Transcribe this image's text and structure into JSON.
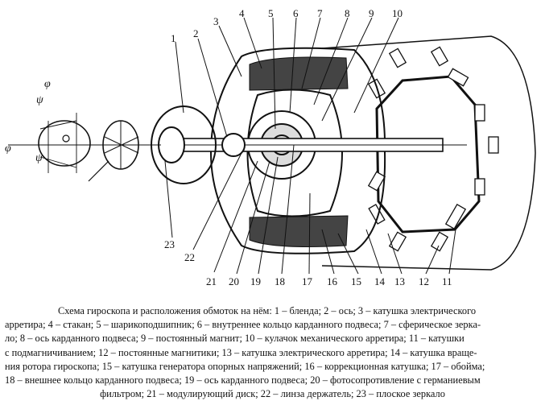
{
  "diagram": {
    "labels_top": [
      "1",
      "2",
      "3",
      "4",
      "5",
      "6",
      "7",
      "8",
      "9",
      "10"
    ],
    "labels_bottom": [
      "23",
      "22",
      "21",
      "20",
      "19",
      "18",
      "17",
      "16",
      "15",
      "14",
      "13",
      "12",
      "11"
    ],
    "angle_symbols": {
      "phi": "φ",
      "psi": "ψ"
    }
  },
  "caption": {
    "lines": [
      "Схема гироскопа и расположения обмоток на нём: 1 – бленда; 2 – ось; 3 – катушка электрического",
      "арретира; 4 – стакан; 5 – шарикоподшипник; 6 – внутреннее кольцо карданного подвеса; 7 – сферическое зерка-",
      "ло; 8 – ось карданного подвеса; 9 – постоянный магнит; 10 – кулачок механического арретира; 11 – катушки",
      "с подмагничиванием; 12 – постоянные магнитики; 13 – катушка электрического арретира; 14 – катушка враще-",
      "ния ротора гироскопа; 15 – катушка генератора опорных напряжений; 16 – коррекционная катушка; 17 – обойма;",
      "18 – внешнее кольцо карданного подвеса; 19 – ось карданного подвеса; 20 – фотосопротивление с германиевым",
      "фильтром; 21 – модулирующий диск; 22 – линза держатель; 23 – плоское зеркало"
    ]
  }
}
